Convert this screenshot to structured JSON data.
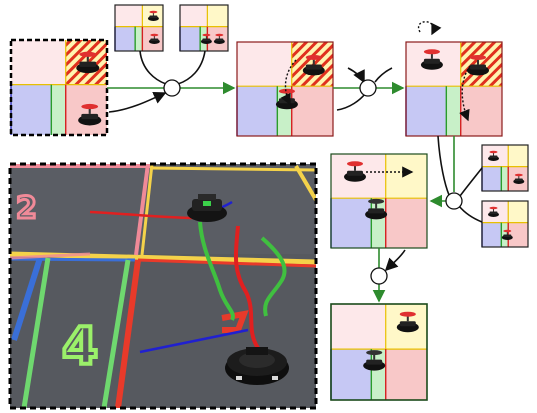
{
  "figure": {
    "photo_labels": {
      "region_2": "2",
      "region_4": "4"
    },
    "colors": {
      "edge_green": "#2e8b2e",
      "node_blue": "#1a1aa8",
      "box_dark_red": "#8b1a1a",
      "region_pink": "#fde8ea",
      "region_yellow": "#fff8c8",
      "region_blue": "#c6c8f4",
      "region_green": "#c8f0c8",
      "region_red": "#f8c8c8",
      "photo_floor": "#56595f",
      "tape_pink": "#f08a98",
      "tape_yellow": "#f4d24a",
      "tape_green": "#6fd86f",
      "tape_red": "#e83a2a",
      "tape_blue": "#3a6fd8",
      "path_red": "#e02020",
      "path_green": "#40c040",
      "path_blue": "#2020d0"
    },
    "icons": {
      "robot": "robot-icon",
      "hatched_goal_region": "goal-hatch"
    }
  }
}
